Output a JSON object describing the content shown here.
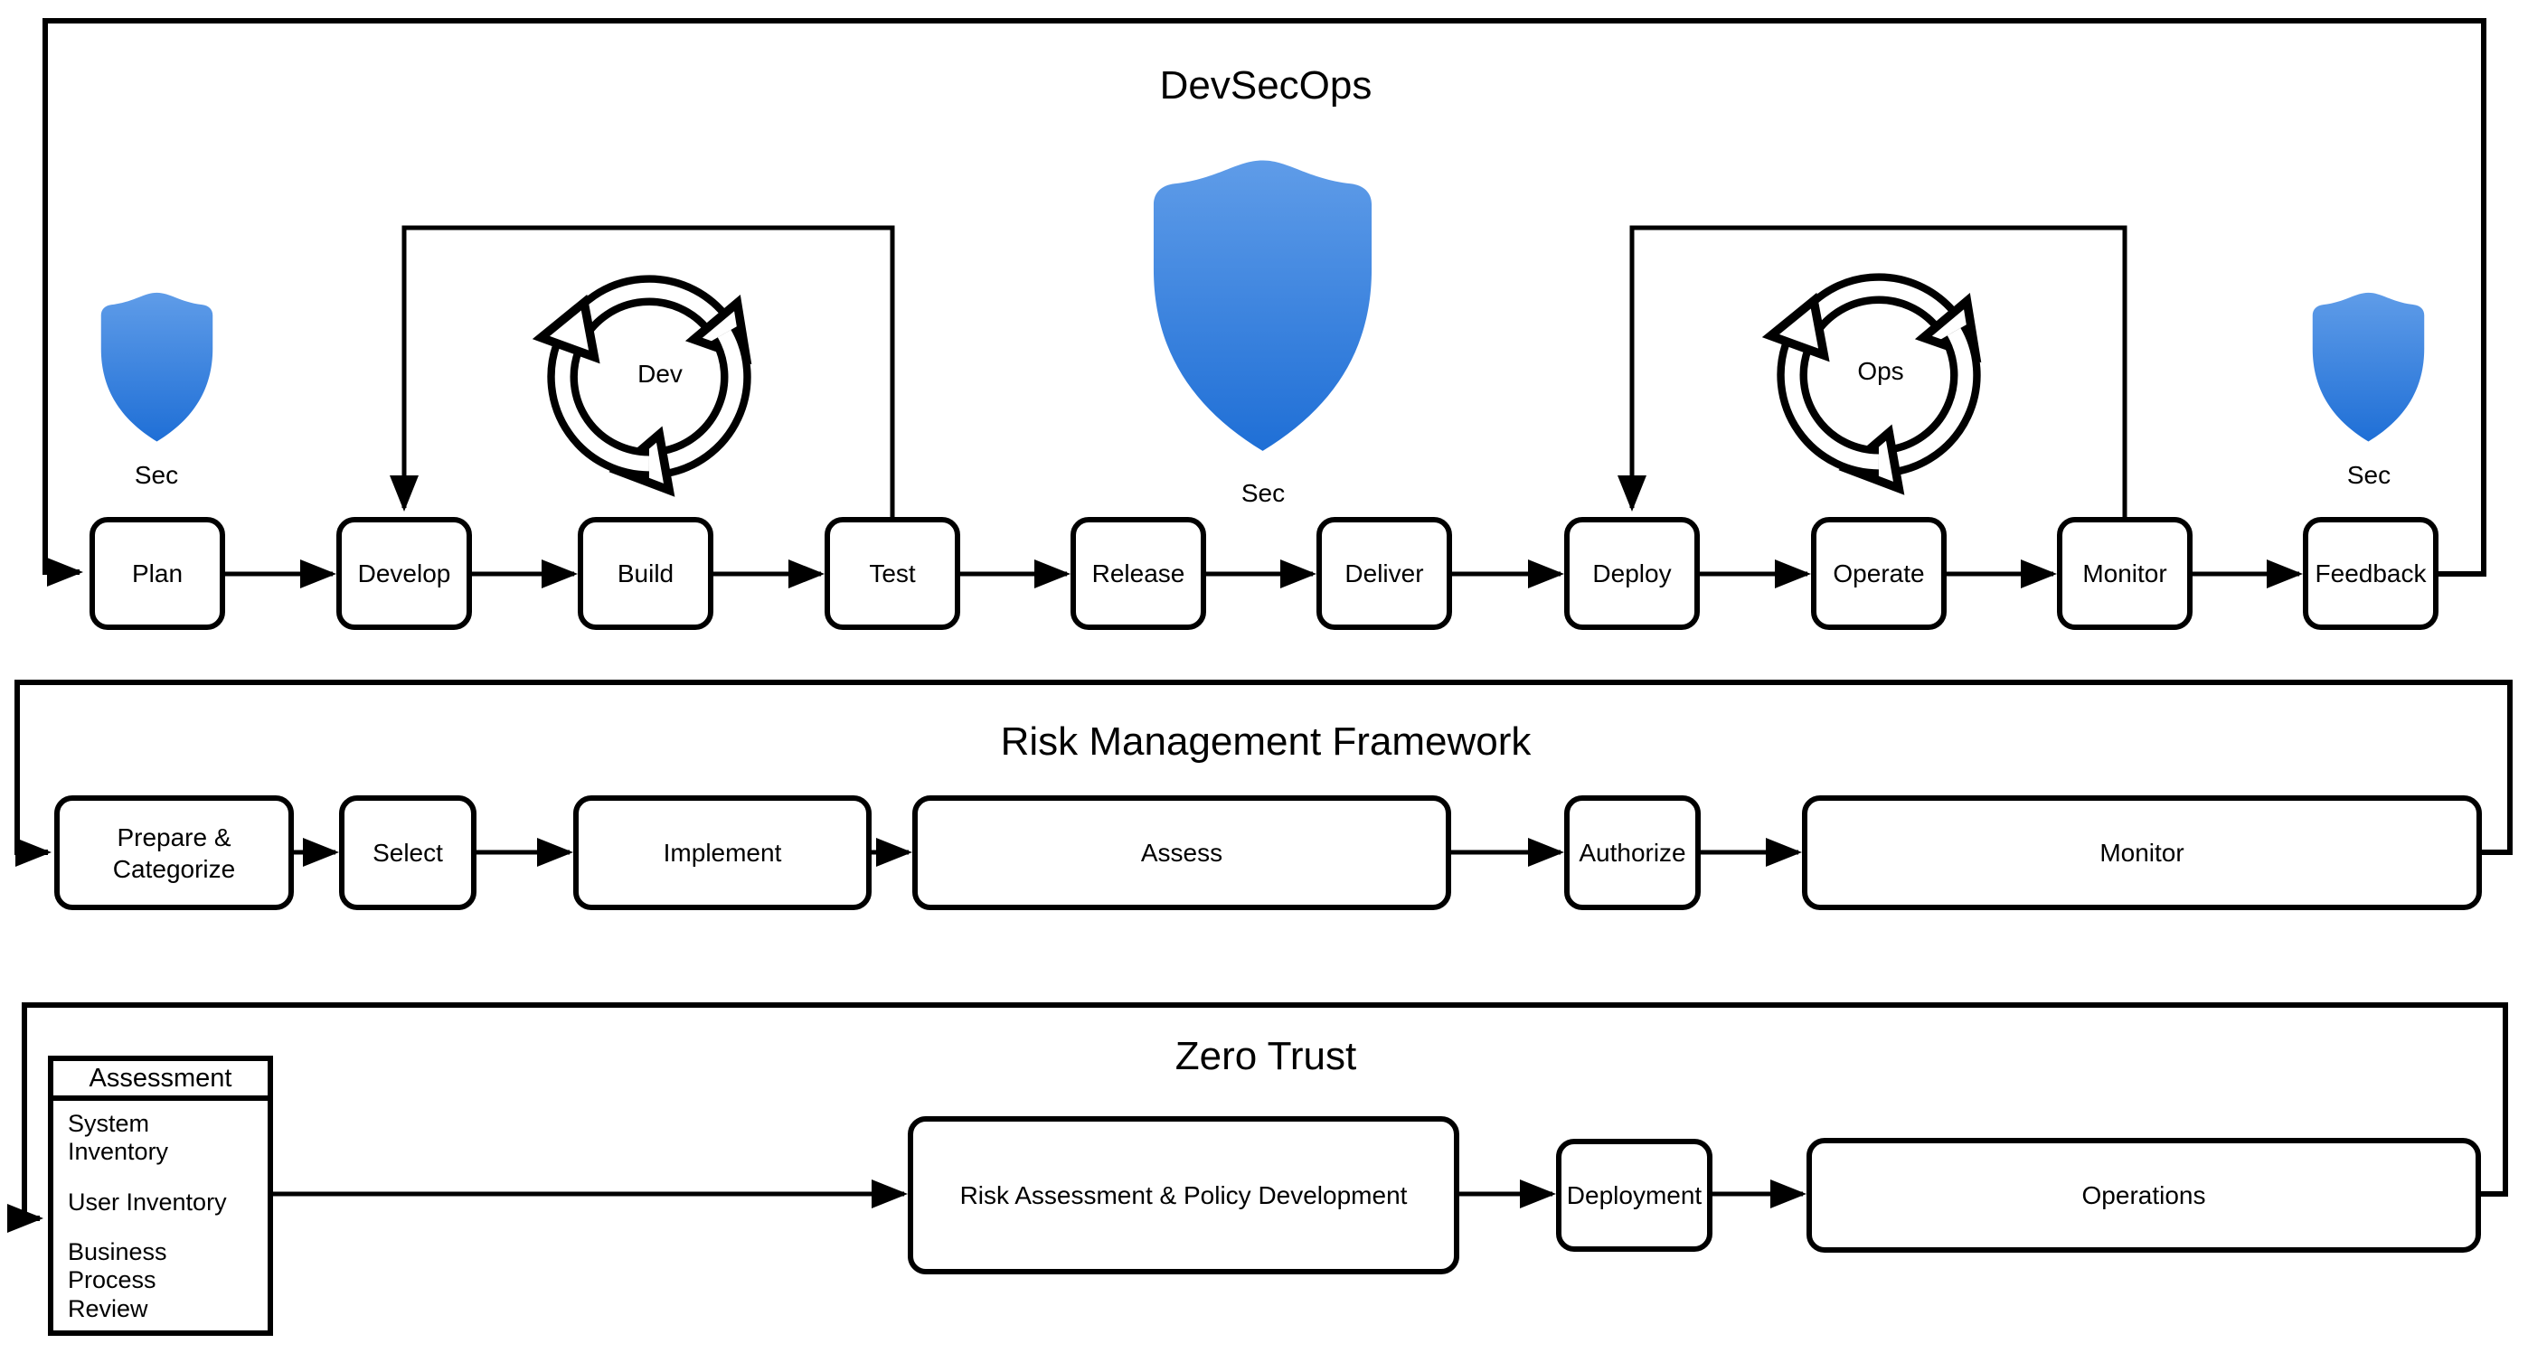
{
  "devsecops": {
    "title": "DevSecOps",
    "stages": [
      "Plan",
      "Develop",
      "Build",
      "Test",
      "Release",
      "Deliver",
      "Deploy",
      "Operate",
      "Monitor",
      "Feedback"
    ],
    "dev_cycle_label": "Dev",
    "ops_cycle_label": "Ops",
    "sec_label_left": "Sec",
    "sec_label_center": "Sec",
    "sec_label_right": "Sec"
  },
  "rmf": {
    "title": "Risk Management Framework",
    "stages": [
      "Prepare & Categorize",
      "Select",
      "Implement",
      "Assess",
      "Authorize",
      "Monitor"
    ]
  },
  "zero_trust": {
    "title": "Zero Trust",
    "assessment_table": {
      "header": "Assessment",
      "rows": [
        "System Inventory",
        "User Inventory",
        "Business Process Review"
      ]
    },
    "stages": [
      "Risk Assessment & Policy Development",
      "Deployment",
      "Operations"
    ]
  },
  "icons": {
    "shield": "security-shield",
    "dev_cycle": "circular-arrows-cycle",
    "ops_cycle": "circular-arrows-cycle"
  },
  "colors": {
    "shield_gradient_top": "#5f9ce8",
    "shield_gradient_bottom": "#1f6fd6",
    "line": "#000000",
    "background": "#ffffff"
  }
}
